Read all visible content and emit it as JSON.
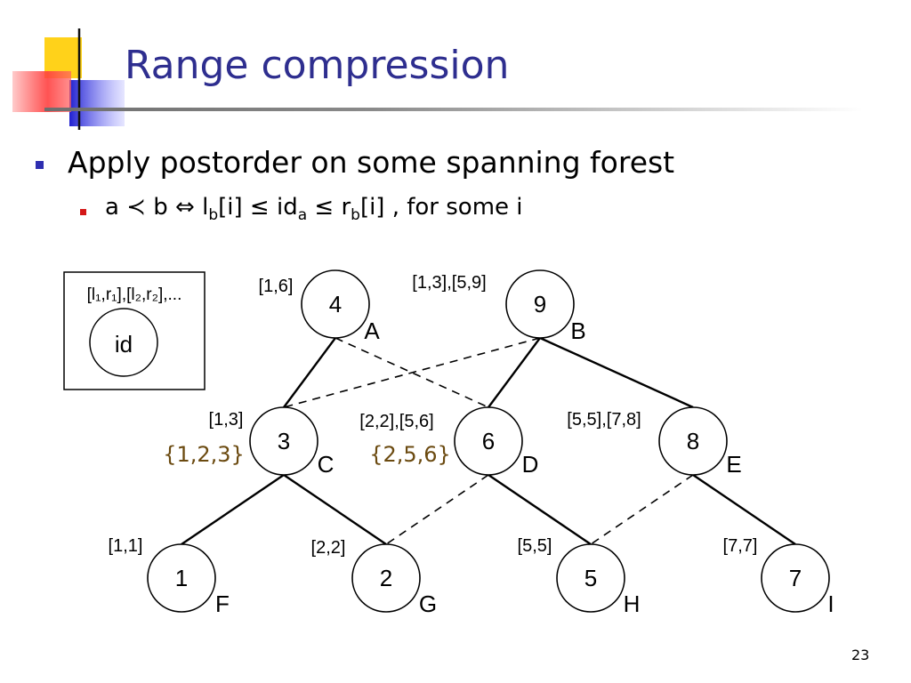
{
  "slide": {
    "title": "Range compression",
    "page_number": "23"
  },
  "bullets": [
    {
      "text": "Apply postorder on some spanning forest"
    }
  ],
  "sub_bullet": {
    "a": "a",
    "prec": "≺",
    "b": "b",
    "iff": "⇔",
    "l": "l",
    "l_sub": "b",
    "mid1": "[i] ≤ id",
    "id_sub": "a",
    "mid2": " ≤ r",
    "r_sub": "b",
    "tail": "[i] , for some i"
  },
  "legend": {
    "ranges": "[l₁,r₁],[l₂,r₂],...",
    "node_label": "id"
  },
  "nodes": [
    {
      "key": "A",
      "id": "4",
      "letter": "A",
      "range": "[1,6]"
    },
    {
      "key": "B",
      "id": "9",
      "letter": "B",
      "range": "[1,3],[5,9]"
    },
    {
      "key": "C",
      "id": "3",
      "letter": "C",
      "range": "[1,3]",
      "set": "{1,2,3}"
    },
    {
      "key": "D",
      "id": "6",
      "letter": "D",
      "range": "[2,2],[5,6]",
      "set": "{2,5,6}"
    },
    {
      "key": "E",
      "id": "8",
      "letter": "E",
      "range": "[5,5],[7,8]"
    },
    {
      "key": "F",
      "id": "1",
      "letter": "F",
      "range": "[1,1]"
    },
    {
      "key": "G",
      "id": "2",
      "letter": "G",
      "range": "[2,2]"
    },
    {
      "key": "H",
      "id": "5",
      "letter": "H",
      "range": "[5,5]"
    },
    {
      "key": "I",
      "id": "7",
      "letter": "I",
      "range": "[7,7]"
    }
  ],
  "tree_edges": [
    [
      "A",
      "C"
    ],
    [
      "B",
      "D"
    ],
    [
      "B",
      "E"
    ],
    [
      "C",
      "F"
    ],
    [
      "C",
      "G"
    ],
    [
      "D",
      "H"
    ],
    [
      "E",
      "I"
    ]
  ],
  "non_tree_edges": [
    [
      "A",
      "D"
    ],
    [
      "B",
      "C"
    ],
    [
      "D",
      "G"
    ],
    [
      "E",
      "H"
    ]
  ],
  "colors": {
    "title": "#2e2e8f",
    "bullet_level1": "#2e2eb0",
    "bullet_level2": "#d41818",
    "set_text": "#6b4a10",
    "logo_yellow": "#ffd21a",
    "logo_red": "#ff5050",
    "logo_blue": "#3c3cdc"
  }
}
